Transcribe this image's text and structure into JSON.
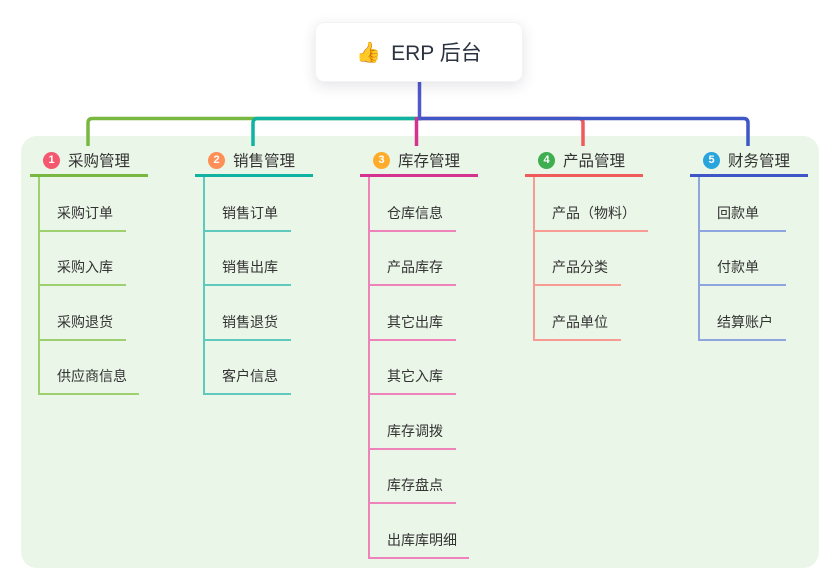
{
  "root": {
    "icon": "👍",
    "title": "ERP 后台"
  },
  "branches": [
    {
      "badge": "1",
      "label": "采购管理",
      "badge_color": "#f4586f",
      "line_color": "#79b840",
      "child_line_color": "#9fd06f",
      "children": [
        "采购订单",
        "采购入库",
        "采购退货",
        "供应商信息"
      ]
    },
    {
      "badge": "2",
      "label": "销售管理",
      "badge_color": "#fd8f57",
      "line_color": "#10b2a2",
      "child_line_color": "#5ec9bc",
      "children": [
        "销售订单",
        "销售出库",
        "销售退货",
        "客户信息"
      ]
    },
    {
      "badge": "3",
      "label": "库存管理",
      "badge_color": "#ffac2b",
      "line_color": "#d43490",
      "child_line_color": "#ee82ba",
      "children": [
        "仓库信息",
        "产品库存",
        "其它出库",
        "其它入库",
        "库存调拨",
        "库存盘点",
        "出库库明细"
      ]
    },
    {
      "badge": "4",
      "label": "产品管理",
      "badge_color": "#3fae50",
      "line_color": "#f15a5a",
      "child_line_color": "#f89b92",
      "children": [
        "产品（物料）",
        "产品分类",
        "产品单位"
      ]
    },
    {
      "badge": "5",
      "label": "财务管理",
      "badge_color": "#29a4dc",
      "line_color": "#3f57c6",
      "child_line_color": "#8ea5de",
      "children": [
        "回款单",
        "付款单",
        "结算账户"
      ]
    }
  ],
  "colors": {
    "container_bg": "#eaf6e7",
    "root_line": "#5058cc",
    "text": "#333333"
  }
}
